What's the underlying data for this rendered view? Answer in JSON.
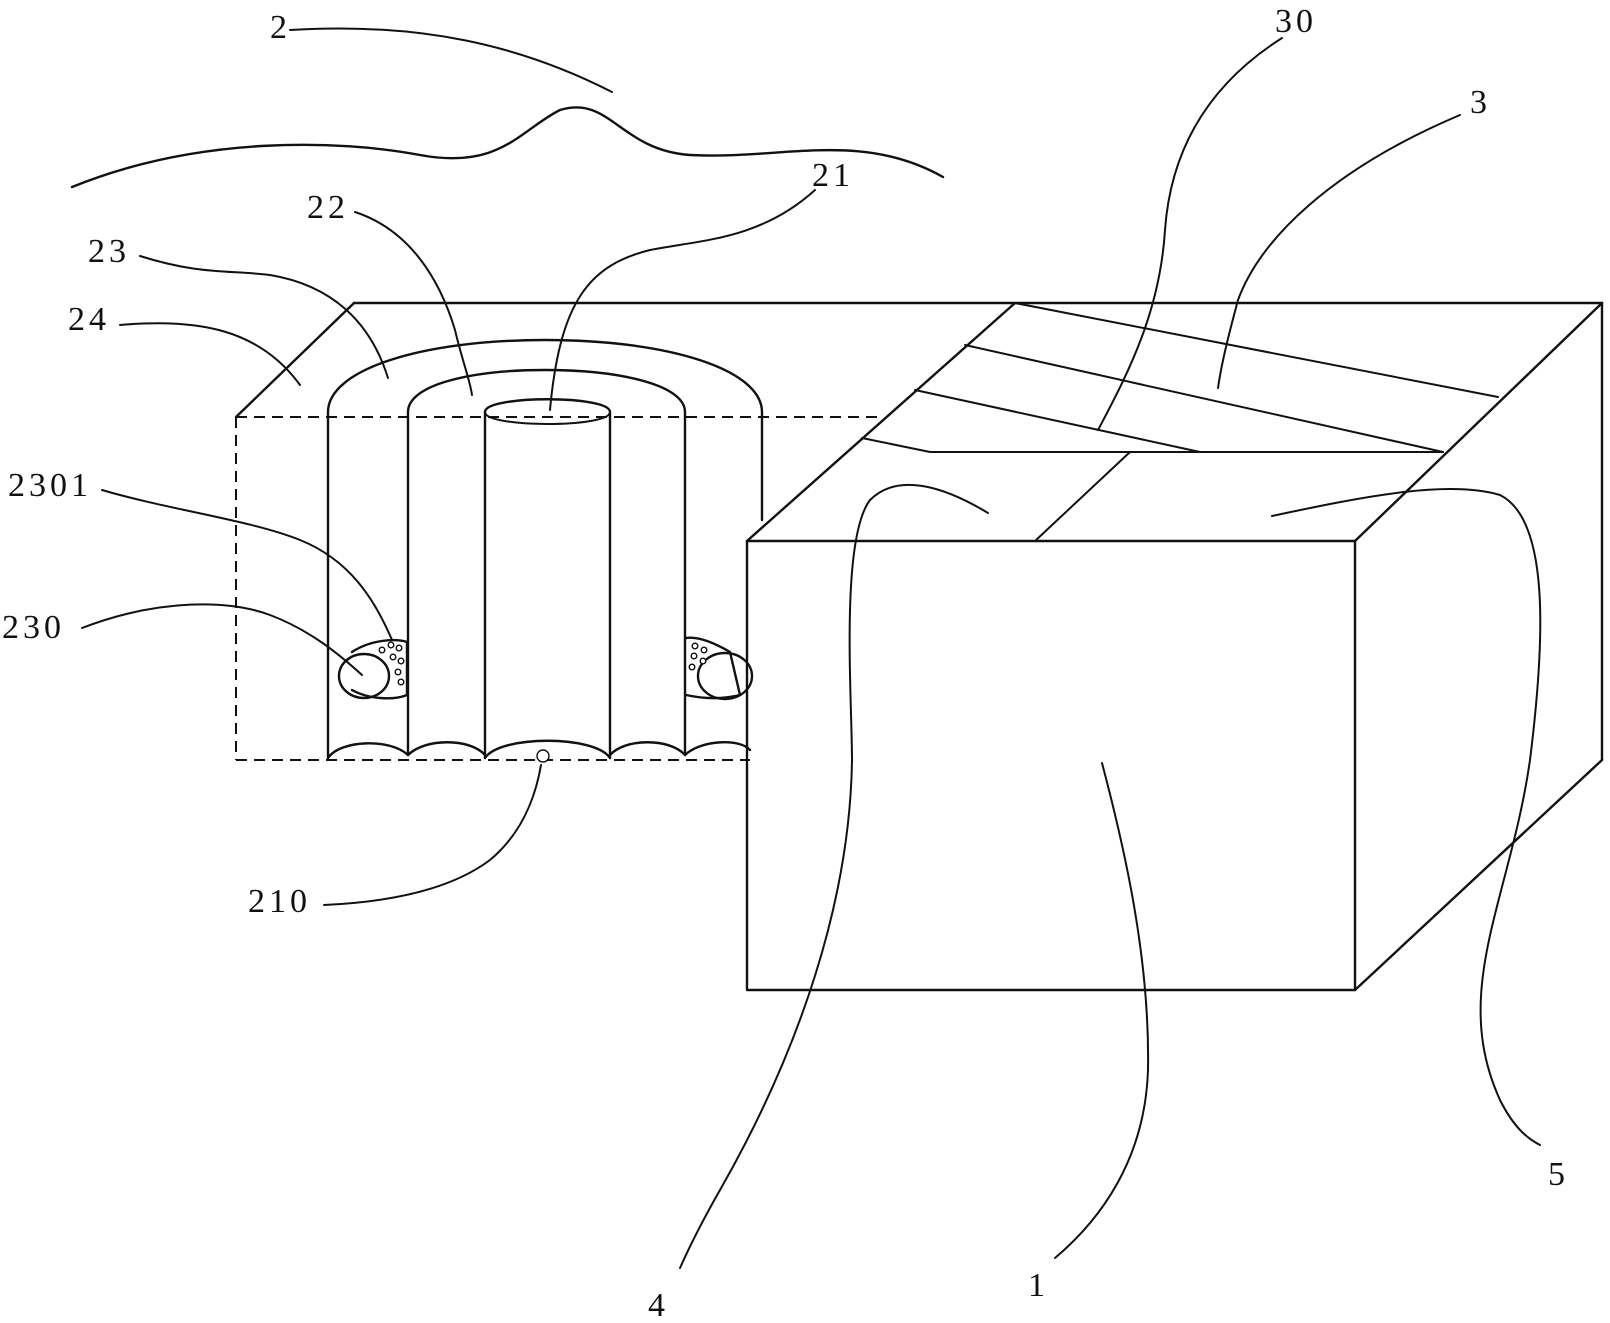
{
  "labels": {
    "l2": "2",
    "l30": "30",
    "l3": "3",
    "l21": "21",
    "l22": "22",
    "l23": "23",
    "l24": "24",
    "l2301": "2301",
    "l230": "230",
    "l210": "210",
    "l4": "4",
    "l1": "1",
    "l5": "5"
  },
  "colors": {
    "stroke": "#111111",
    "background": "#ffffff"
  }
}
